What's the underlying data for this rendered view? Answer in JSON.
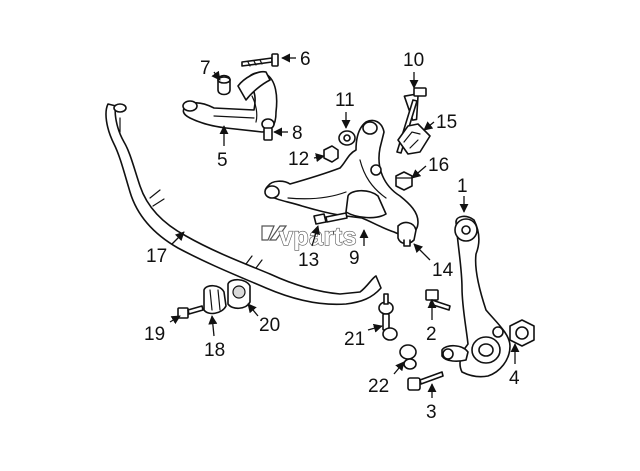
{
  "watermark": {
    "text": "vparts"
  },
  "callouts": [
    {
      "id": "1",
      "label": "1"
    },
    {
      "id": "2",
      "label": "2"
    },
    {
      "id": "3",
      "label": "3"
    },
    {
      "id": "4",
      "label": "4"
    },
    {
      "id": "5",
      "label": "5"
    },
    {
      "id": "6",
      "label": "6"
    },
    {
      "id": "7",
      "label": "7"
    },
    {
      "id": "8",
      "label": "8"
    },
    {
      "id": "9",
      "label": "9"
    },
    {
      "id": "10",
      "label": "10"
    },
    {
      "id": "11",
      "label": "11"
    },
    {
      "id": "12",
      "label": "12"
    },
    {
      "id": "13",
      "label": "13"
    },
    {
      "id": "14",
      "label": "14"
    },
    {
      "id": "15",
      "label": "15"
    },
    {
      "id": "16",
      "label": "16"
    },
    {
      "id": "17",
      "label": "17"
    },
    {
      "id": "18",
      "label": "18"
    },
    {
      "id": "19",
      "label": "19"
    },
    {
      "id": "20",
      "label": "20"
    },
    {
      "id": "21",
      "label": "21"
    },
    {
      "id": "22",
      "label": "22"
    }
  ]
}
